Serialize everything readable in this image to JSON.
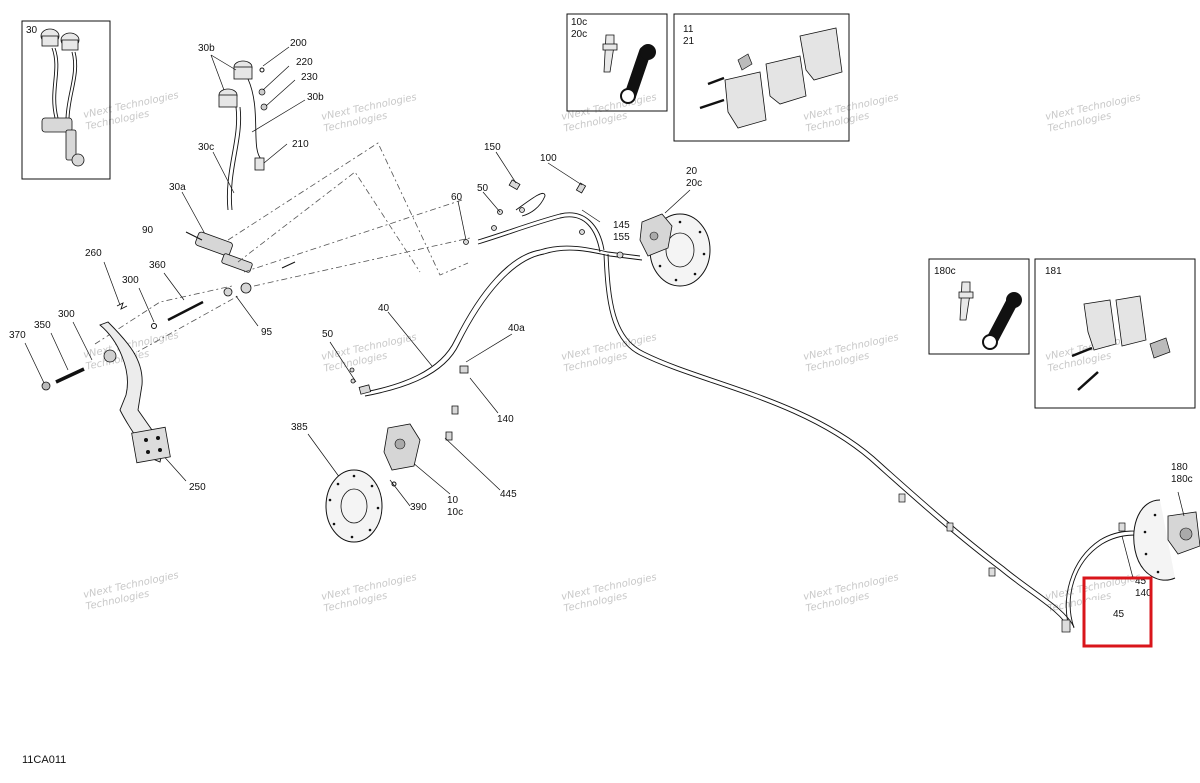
{
  "diagram": {
    "reference_code": "11CA011",
    "watermark": [
      "vNext Technologies",
      "Technologies"
    ],
    "callouts": {
      "c30": "30",
      "c30b_top": "30b",
      "c200": "200",
      "c220": "220",
      "c230": "230",
      "c30b_mid": "30b",
      "c30c": "30c",
      "c210": "210",
      "c30a": "30a",
      "c90": "90",
      "c260": "260",
      "c300a": "300",
      "c360": "360",
      "c95": "95",
      "c370": "370",
      "c350": "350",
      "c300b": "300",
      "c250": "250",
      "c10c_box": "10c",
      "c20c_box": "20c",
      "c11": "11",
      "c21": "21",
      "c150": "150",
      "c100": "100",
      "c50a": "50",
      "c60": "60",
      "c20": "20",
      "c20c": "20c",
      "c145": "145",
      "c155": "155",
      "c40": "40",
      "c40a": "40a",
      "c50b": "50",
      "c140": "140",
      "c385": "385",
      "c390": "390",
      "c10": "10",
      "c10c": "10c",
      "c445": "445",
      "c180c_box": "180c",
      "c181": "181",
      "c180": "180",
      "c180c": "180c",
      "c45a": "45",
      "c140b": "140",
      "c45b": "45"
    },
    "highlight_color": "#d9151b"
  }
}
